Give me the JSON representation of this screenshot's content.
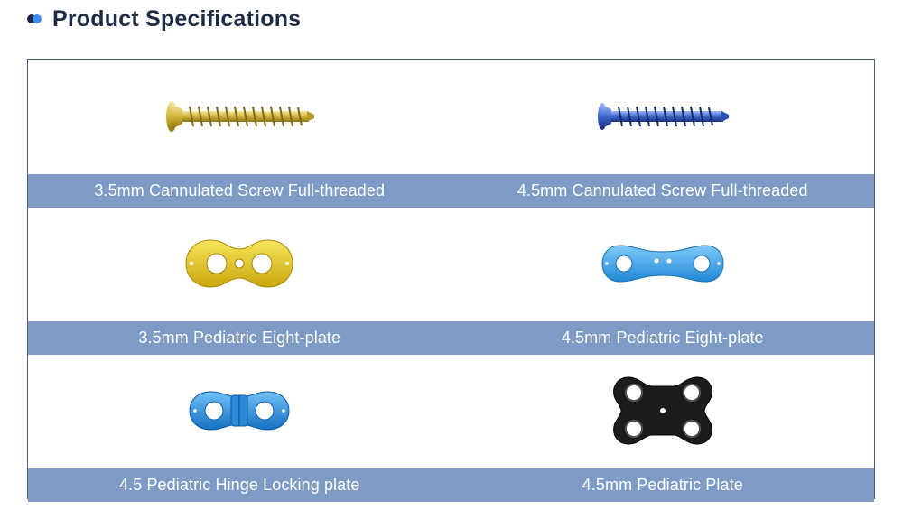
{
  "section": {
    "title": "Product Specifications"
  },
  "products": [
    {
      "label": "3.5mm Cannulated Screw Full-threaded",
      "icon": "gold-cannulated-screw-image",
      "color": "#d9c24a"
    },
    {
      "label": "4.5mm Cannulated Screw Full-threaded",
      "icon": "blue-cannulated-screw-image",
      "color": "#3f6fd6"
    },
    {
      "label": "3.5mm Pediatric Eight-plate",
      "icon": "gold-eight-plate-image",
      "color": "#e6cc2a"
    },
    {
      "label": "4.5mm Pediatric Eight-plate",
      "icon": "blue-eight-plate-image",
      "color": "#39a6ee"
    },
    {
      "label": "4.5 Pediatric Hinge Locking plate",
      "icon": "blue-hinge-locking-plate-image",
      "color": "#2f9be6"
    },
    {
      "label": "4.5mm Pediatric Plate",
      "icon": "black-pediatric-plate-image",
      "color": "#1a1a1a"
    }
  ],
  "colors": {
    "label_band": "#7d9bc5",
    "frame_border": "#4f5e77",
    "title_text": "#1e2b45"
  }
}
